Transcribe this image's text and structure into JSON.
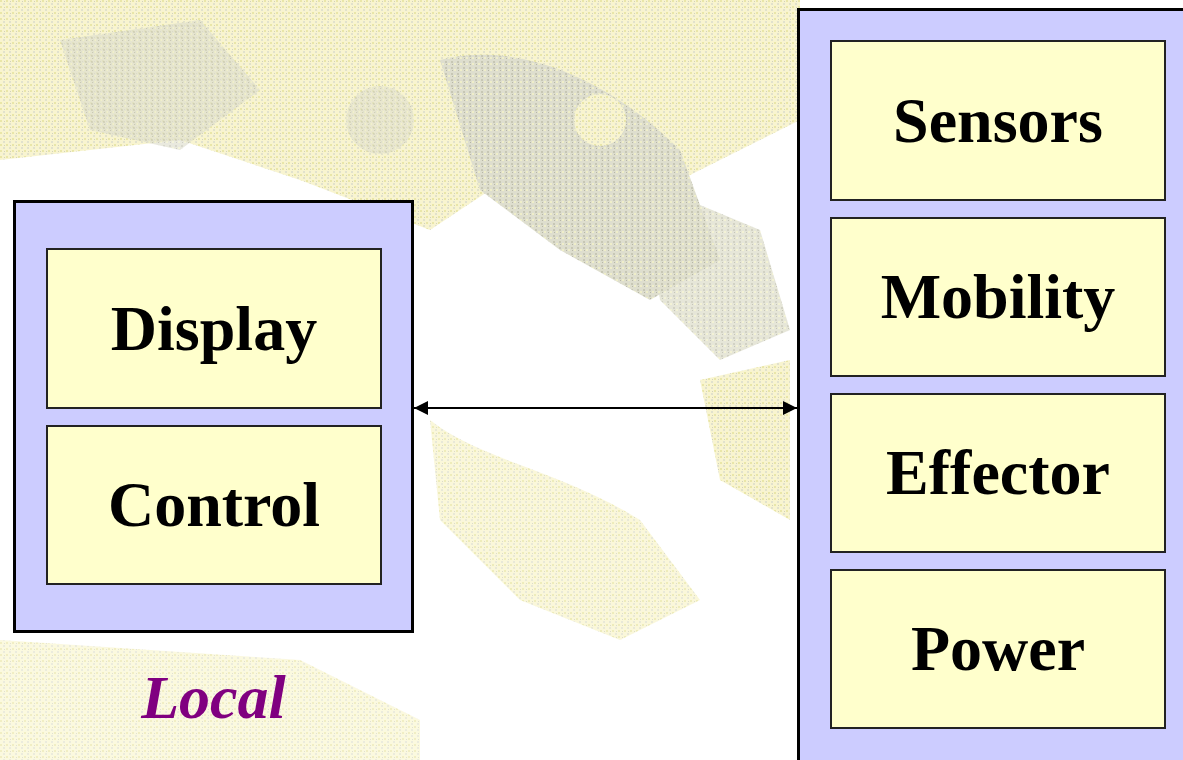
{
  "diagram": {
    "nodes": [
      {
        "text": [
          "Local"
        ]
      },
      {
        "text": [
          "Display"
        ],
        "in": 0
      },
      {
        "text": [
          "Control"
        ],
        "in": 0
      },
      {
        "text": []
      },
      {
        "text": [
          "Sensors"
        ],
        "in": 3
      },
      {
        "text": [
          "Mobility"
        ],
        "in": 3
      },
      {
        "text": [
          "Effector"
        ],
        "in": 3
      },
      {
        "text": [
          "Power"
        ],
        "in": 3
      }
    ],
    "edges": [
      {
        "from": 0,
        "to": 3,
        "arrow": "both"
      }
    ]
  }
}
